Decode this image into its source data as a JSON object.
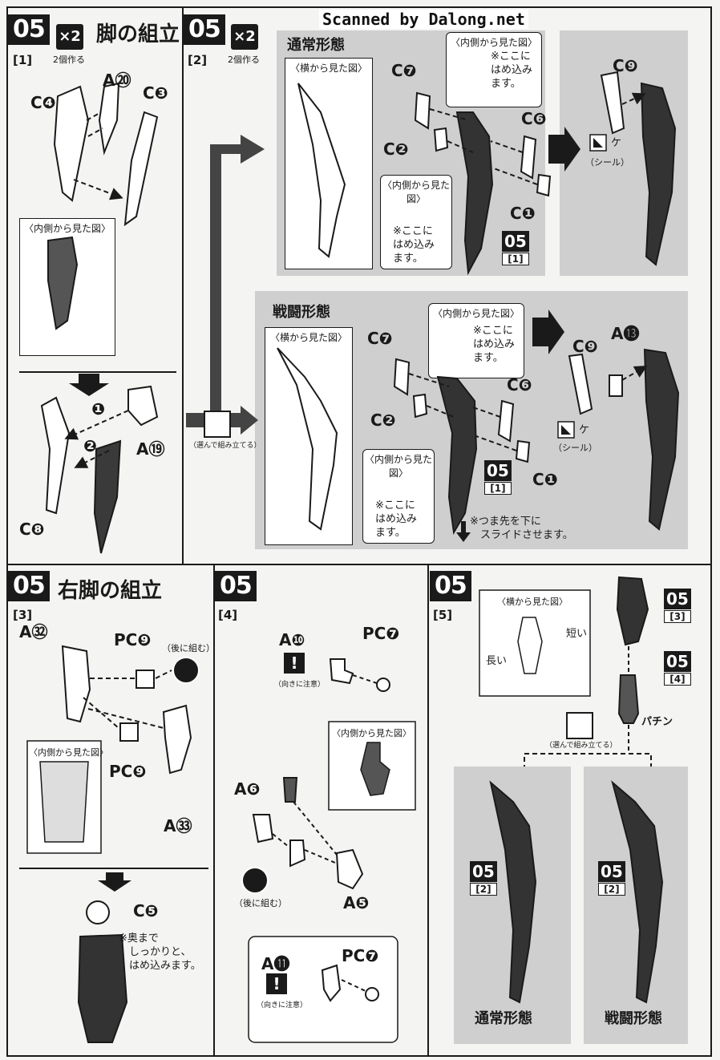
{
  "watermark": "Scanned by Dalong.net",
  "steps": {
    "s1": {
      "num": "05",
      "sub": "[1]",
      "qty": "×2",
      "qty_note": "2個作る",
      "title": "脚の組立"
    },
    "s2": {
      "num": "05",
      "sub": "[2]",
      "qty": "×2",
      "qty_note": "2個作る"
    },
    "s3": {
      "num": "05",
      "sub": "[3]",
      "title": "右脚の組立"
    },
    "s4": {
      "num": "05",
      "sub": "[4]"
    },
    "s5": {
      "num": "05",
      "sub": "[5]"
    }
  },
  "modes": {
    "normal": "通常形態",
    "battle": "戦闘形態"
  },
  "views": {
    "side": "〈横から見た図〉",
    "inner": "〈内側から見た図〉"
  },
  "notes": {
    "snap_in": "※ここに\nはめ込み\nます。",
    "snap_in2": "※ここに\nはめ込み\nます。",
    "snap_in3": "※ここに\nはめ込み\nます。",
    "snap_in4": "※ここに\nはめ込み\nます。",
    "toe_slide": "※つま先を下に\n　スライドさせます。",
    "deep_snap": "※奥まで\n　しっかりと、\n　はめ込みます。",
    "choose": "（選んで組み立てる）",
    "choose2": "（選んで組み立てる）",
    "direction": "（向きに注意）",
    "direction2": "（向きに注意）",
    "later": "（後に組む）",
    "later2": "（後に組む）",
    "seal": "（シール）",
    "seal2": "（シール）",
    "seal_letter": "ケ",
    "seal_letter2": "ケ",
    "long": "長い",
    "short": "短い",
    "click": "パチン"
  },
  "parts": {
    "c4": "C❹",
    "a20": "A⑳",
    "c3": "C❸",
    "a19": "A⑲",
    "c8": "C❽",
    "c7": "C❼",
    "c2": "C❷",
    "c6": "C❻",
    "c1": "C❶",
    "c9": "C❾",
    "c7b": "C❼",
    "c2b": "C❷",
    "c6b": "C❻",
    "c1b": "C❶",
    "c9b": "C❾",
    "a13": "A⓭",
    "a32": "A㉜",
    "pc9": "PC❾",
    "pc9b": "PC❾",
    "a33": "A㉝",
    "c5": "C❺",
    "a10": "A❿",
    "pc7": "PC❼",
    "a6": "A❻",
    "a5": "A❺",
    "a11": "A⓫",
    "pc7b": "PC❼"
  },
  "order": {
    "one": "❶",
    "two": "❷"
  },
  "refs": {
    "r1": {
      "num": "05",
      "sub": "[1]"
    },
    "r2": {
      "num": "05",
      "sub": "[1]"
    },
    "r3": {
      "num": "05",
      "sub": "[3]"
    },
    "r4": {
      "num": "05",
      "sub": "[4]"
    },
    "r5": {
      "num": "05",
      "sub": "[2]"
    },
    "r6": {
      "num": "05",
      "sub": "[2]"
    }
  },
  "warn_glyph": "!"
}
